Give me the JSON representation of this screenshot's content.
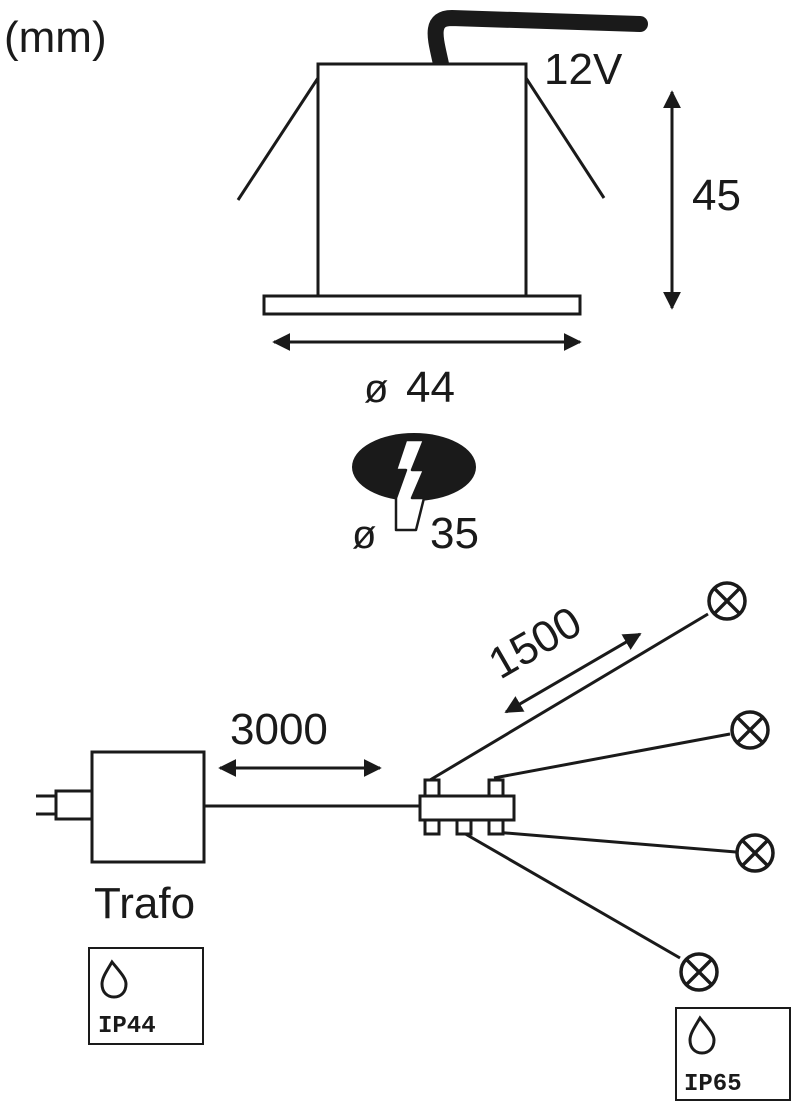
{
  "units": "(mm)",
  "fixture": {
    "voltage": "12V",
    "height": "45",
    "diameter_symbol": "ø",
    "diameter": "44",
    "cutout_diameter": "35"
  },
  "wiring": {
    "lead_to_distributor": "3000",
    "lead_to_lamp": "1500",
    "transformer_label": "Trafo",
    "transformer_rating": "IP44",
    "lamp_rating": "IP65"
  },
  "colors": {
    "ink": "#1a1a1a",
    "paper": "#ffffff"
  }
}
